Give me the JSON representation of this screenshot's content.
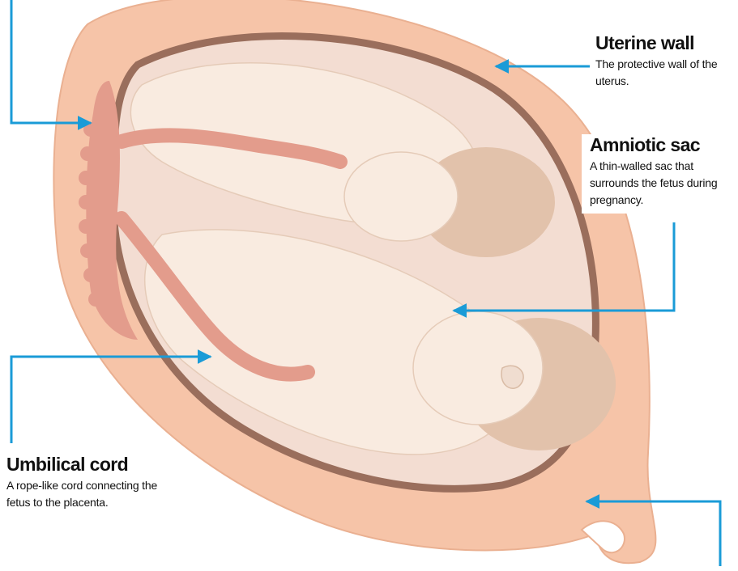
{
  "labels": {
    "uterine_wall": {
      "title": "Uterine wall",
      "description": "The protective wall of the uterus."
    },
    "amniotic_sac": {
      "title": "Amniotic sac",
      "description": "A thin-walled sac that surrounds the fetus during pregnancy."
    },
    "umbilical_cord": {
      "title": "Umbilical cord",
      "description": "A rope-like cord connecting the fetus to the placenta."
    }
  },
  "colors": {
    "uterine_wall": "#f6c4a8",
    "uterine_wall_edge": "#e9a98b",
    "amniotic_sac": "#9a6e5c",
    "amniotic_fluid": "#f3ddd2",
    "fetus_skin": "#f9ebe0",
    "fetus_head": "#e2c2ab",
    "placenta_cord": "#e39c8c",
    "pointer": "#1a9bd7"
  }
}
